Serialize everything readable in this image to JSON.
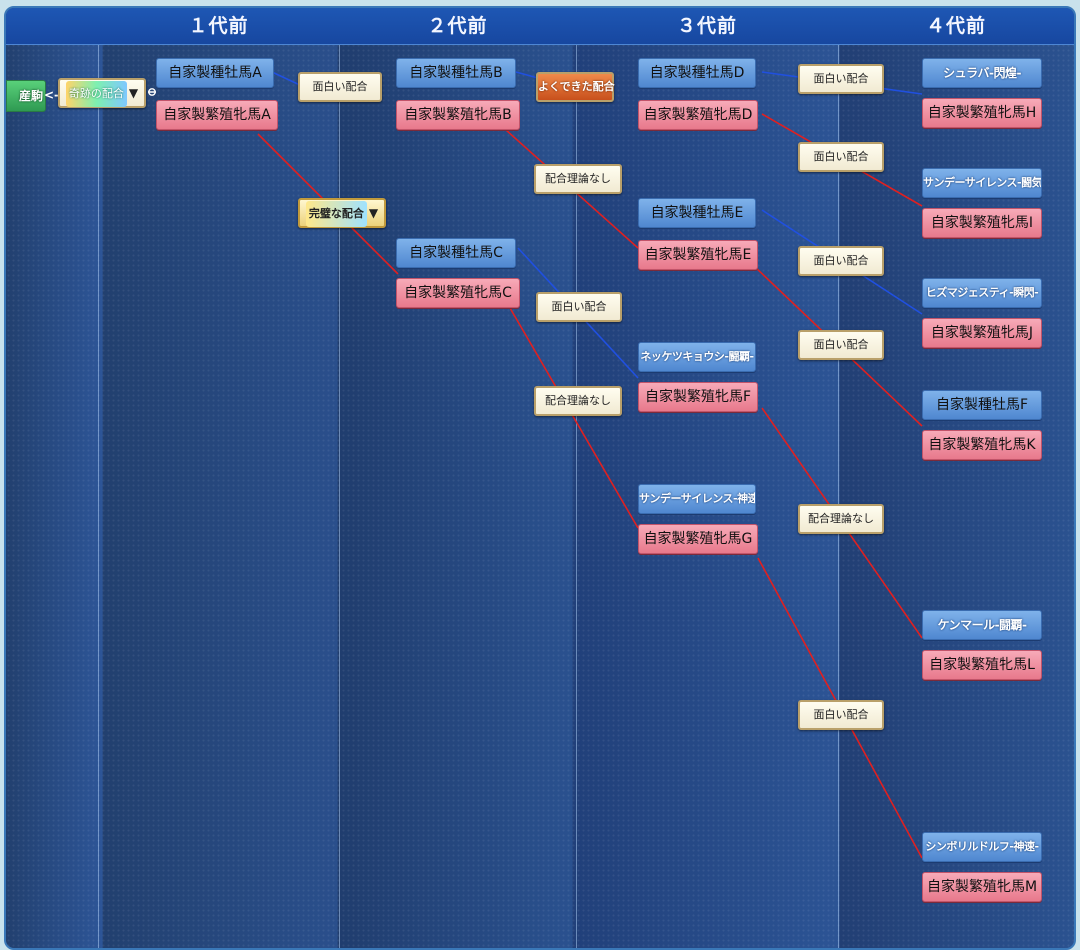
{
  "header": {
    "generations": [
      "１代前",
      "２代前",
      "３代前",
      "４代前"
    ]
  },
  "left": {
    "horse_label": "産駒",
    "arrow": "<-",
    "match_label": "奇跡の配合"
  },
  "gen1": {
    "sire": "自家製種牡馬A",
    "dam": "自家製繁殖牝馬A"
  },
  "gen2": {
    "sire_b": "自家製種牡馬B",
    "dam_b": "自家製繁殖牝馬B",
    "sire_c": "自家製種牡馬C",
    "dam_c": "自家製繁殖牝馬C"
  },
  "gen3": {
    "sire_d": "自家製種牡馬D",
    "dam_d": "自家製繁殖牝馬D",
    "sire_e": "自家製種牡馬E",
    "dam_e": "自家製繁殖牝馬E",
    "sire_f": "ネッケツキョウシ-闘覇-",
    "dam_f": "自家製繁殖牝馬F",
    "sire_g": "サンデーサイレンス-神速-",
    "dam_g": "自家製繁殖牝馬G"
  },
  "gen4": {
    "sire_h": "シュラバ-閃煌-",
    "dam_h": "自家製繁殖牝馬H",
    "sire_i": "サンデーサイレンス-闘気-",
    "dam_i": "自家製繁殖牝馬I",
    "sire_j": "ヒズマジェスティ-瞬閃-",
    "dam_j": "自家製繁殖牝馬J",
    "sire_k": "自家製種牡馬F",
    "dam_k": "自家製繁殖牝馬K",
    "sire_l": "ケンマール-闘覇-",
    "dam_l": "自家製繁殖牝馬L",
    "sire_m": "シンボリルドルフ-神速-",
    "dam_m": "自家製繁殖牝馬M"
  },
  "matches": {
    "a_gen1_sire": "面白い配合",
    "a_gen1_dam": "完璧な配合",
    "b_gen2_sire_b": "よくできた配合",
    "b_gen2_dam_b": "配合理論なし",
    "b_gen2_sire_c": "面白い配合",
    "b_gen2_dam_c": "配合理論なし",
    "c_gen3_sire_d": "面白い配合",
    "c_gen3_dam_d": "面白い配合",
    "c_gen3_sire_e": "面白い配合",
    "c_gen3_dam_e": "面白い配合",
    "c_gen3_dam_f": "配合理論なし",
    "c_gen3_dam_g": "面白い配合"
  },
  "colors": {
    "sire_link": "#2050e0",
    "dam_link": "#e02020"
  }
}
